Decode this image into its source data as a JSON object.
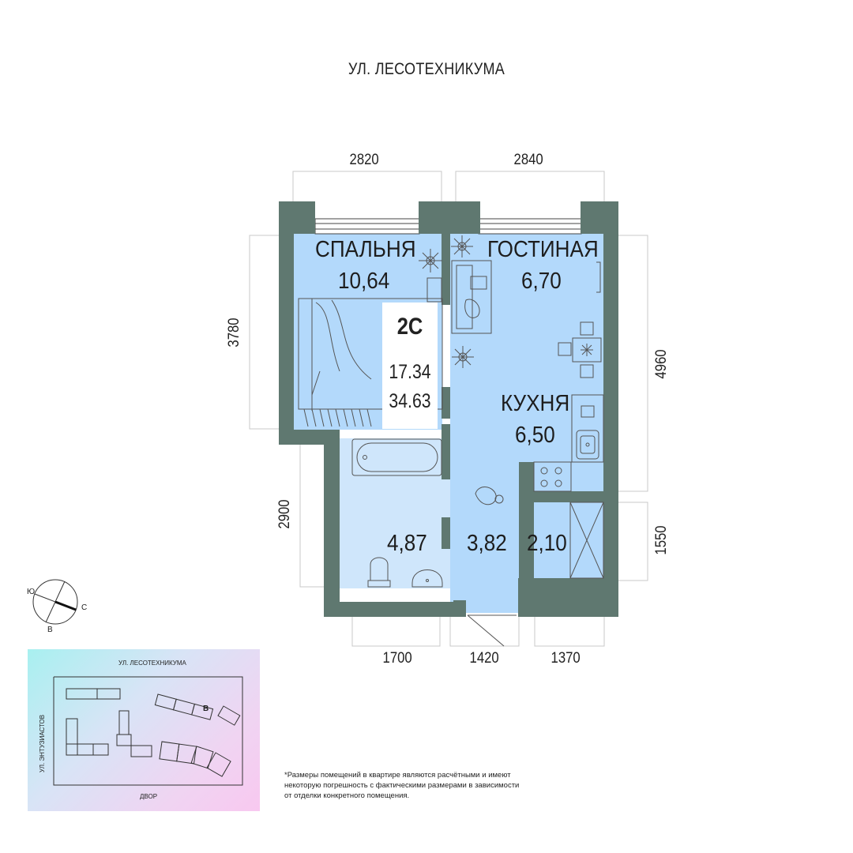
{
  "street_top": "УЛ. ЛЕСОТЕХНИКУМА",
  "dimensions": {
    "top_left": "2820",
    "top_right": "2840",
    "left_upper": "3780",
    "left_lower": "2900",
    "right_upper": "4960",
    "right_lower": "1550",
    "bottom_left": "1700",
    "bottom_mid": "1420",
    "bottom_right": "1370"
  },
  "rooms": {
    "bedroom_name": "СПАЛЬНЯ",
    "bedroom_area": "10,64",
    "living_name": "ГОСТИНАЯ",
    "living_area": "6,70",
    "kitchen_name": "КУХНЯ",
    "kitchen_area": "6,50",
    "bath_area": "4,87",
    "hall_area": "3,82",
    "storage_area": "2,10"
  },
  "info": {
    "type": "2С",
    "living_area": "17.34",
    "total_area": "34.63"
  },
  "compass": {
    "south": "Ю",
    "north": "С",
    "east": "В"
  },
  "minimap": {
    "street_top": "УЛ. ЛЕСОТЕХНИКУМА",
    "street_left": "УЛ. ЭНТУЗИАСТОВ",
    "yard": "ДВОР",
    "building_label": "В"
  },
  "footnote": "*Размеры помещений в квартире являются расчётными и имеют некоторую погрешность с фактическими размерами в зависимости от отделки конкретного помещения.",
  "colors": {
    "wall": "#5f7870",
    "floor": "#b3d9fb",
    "bath_floor": "#cfe6fb"
  }
}
